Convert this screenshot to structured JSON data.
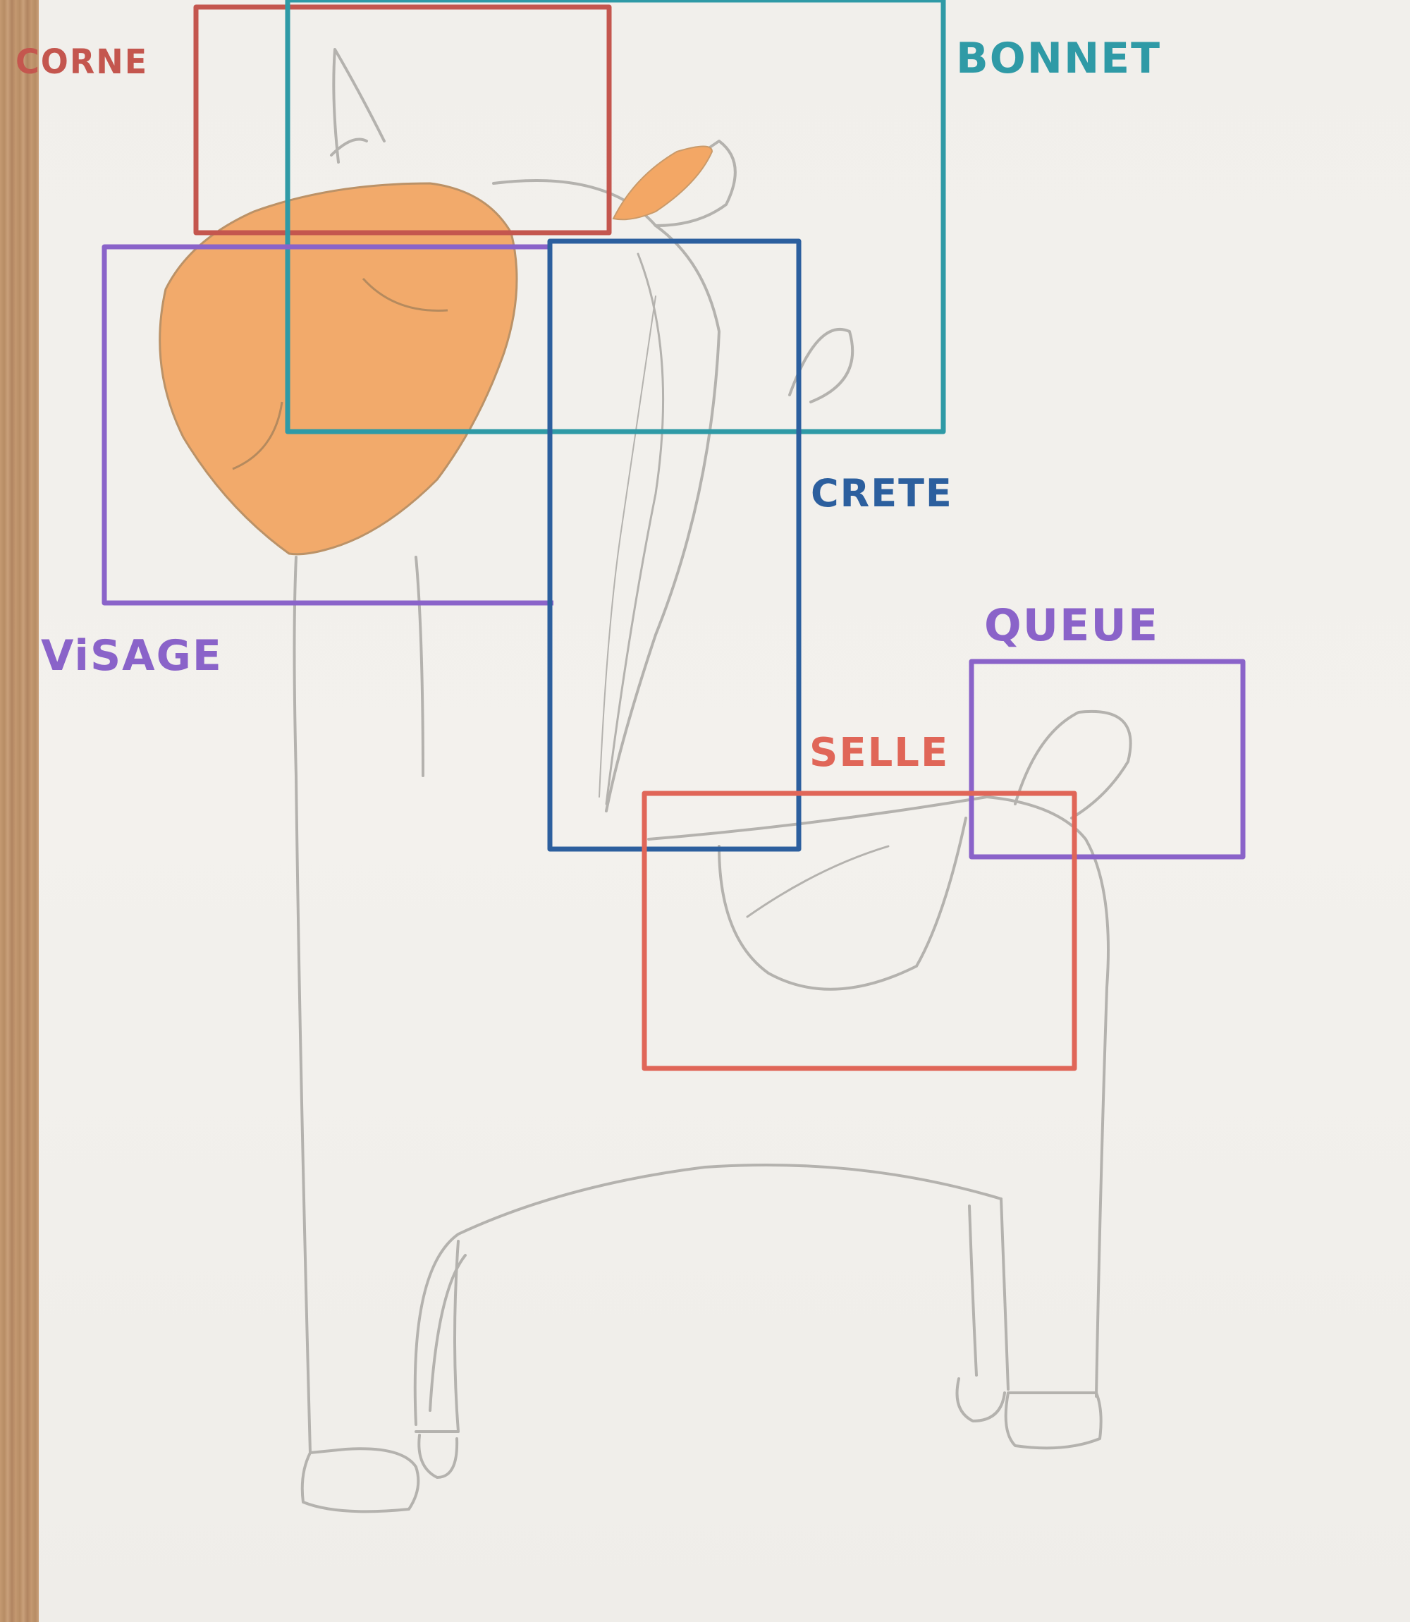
{
  "labels": {
    "corne": "CORNE",
    "bonnet": "BONNET",
    "visage": "ViSAGE",
    "crete": "CRETE",
    "queue": "QUEUE",
    "selle": "SELLE"
  },
  "colors": {
    "corne": "#c4564e",
    "bonnet": "#2f9aa6",
    "visage": "#8a63c9",
    "crete": "#2c5f9e",
    "queue": "#8a63c9",
    "selle": "#e06658",
    "head_fill": "#f3a765",
    "pencil": "#b4b2ae"
  }
}
